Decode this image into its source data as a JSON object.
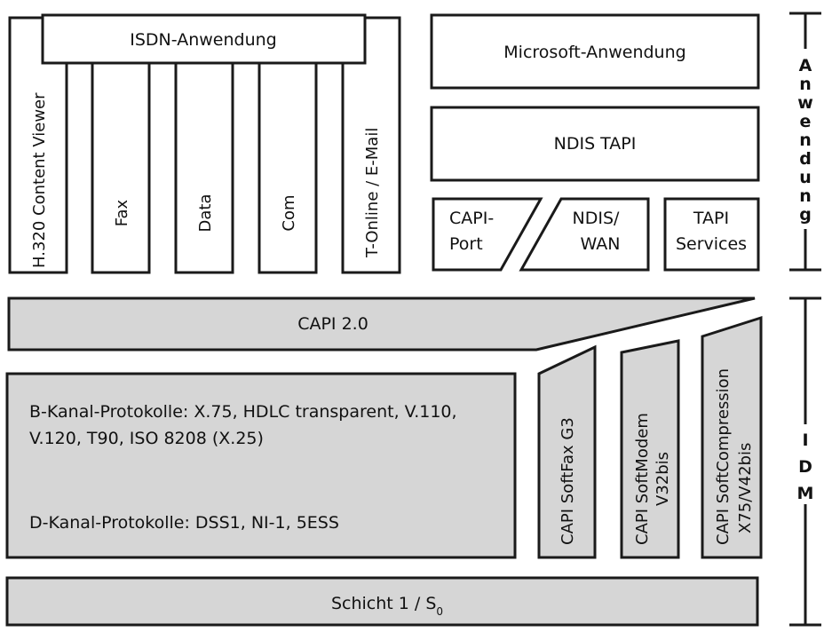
{
  "app": {
    "isdn": "ISDN-Anwendung",
    "columns": [
      "H.320 Content Viewer",
      "Fax",
      "Data",
      "Com",
      "T-Online / E-Mail"
    ],
    "microsoft": "Microsoft-Anwendung",
    "ndis_tapi": "NDIS TAPI",
    "capi_port": [
      "CAPI-",
      "Port"
    ],
    "ndis_wan": [
      "NDIS/",
      "WAN"
    ],
    "tapi_services": [
      "TAPI",
      "Services"
    ]
  },
  "idm": {
    "capi20": "CAPI 2.0",
    "protocols": {
      "b_line1": "B-Kanal-Protokolle: X.75, HDLC transparent, V.110,",
      "b_line2": "V.120, T90, ISO 8208 (X.25)",
      "d_line": "D-Kanal-Protokolle: DSS1, NI-1, 5ESS"
    },
    "softfax": "CAPI SoftFax G3",
    "softmodem": [
      "CAPI SoftModem",
      "V32bis"
    ],
    "softcompression": [
      "CAPI SoftCompression",
      "X75/V42bis"
    ]
  },
  "layer1": {
    "label": "Schicht 1 / S",
    "subscript": "0"
  },
  "side": {
    "anwendung": [
      "A",
      "n",
      "w",
      "e",
      "n",
      "d",
      "u",
      "n",
      "g"
    ],
    "idm": [
      "I",
      "D",
      "M"
    ]
  }
}
